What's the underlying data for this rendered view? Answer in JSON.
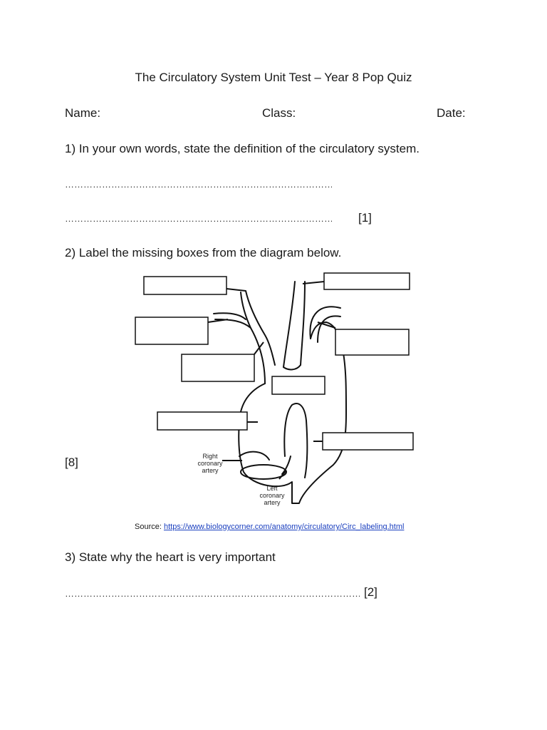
{
  "title": "The Circulatory System Unit Test – Year 8 Pop Quiz",
  "fields": {
    "name": "Name:",
    "class": "Class:",
    "date": "Date:"
  },
  "q1": {
    "text": "1) In your own words, state the definition of the circulatory system.",
    "line1": "…………………………………………………………………………………………………………………………………………………………………………………………………………………………………………………………………………………………………………………………………………….",
    "line2": "…………………………………………………………………………………………………………………………………………………………………………………………………………………………………………………………………………………………………………………………………….",
    "marks": "[1]"
  },
  "q2": {
    "text": "2) Label the missing boxes from the diagram below.",
    "marks": "[8]",
    "labels": {
      "right_coronary_1": "Right",
      "right_coronary_2": "coronary",
      "right_coronary_3": "artery",
      "left_coronary_1": "Left",
      "left_coronary_2": "coronary",
      "left_coronary_3": "artery"
    },
    "source_prefix": "Source: ",
    "source_url": "https://www.biologycorner.com/anatomy/circulatory/Circ_labeling.html"
  },
  "q3": {
    "text": "3) State why the heart is very important",
    "line": "…………………………………………………………………………………………………………………………………………………………………………………………………………………………………………………………………………………………………………………………………………………………………………………………………………",
    "marks": "[2]"
  }
}
